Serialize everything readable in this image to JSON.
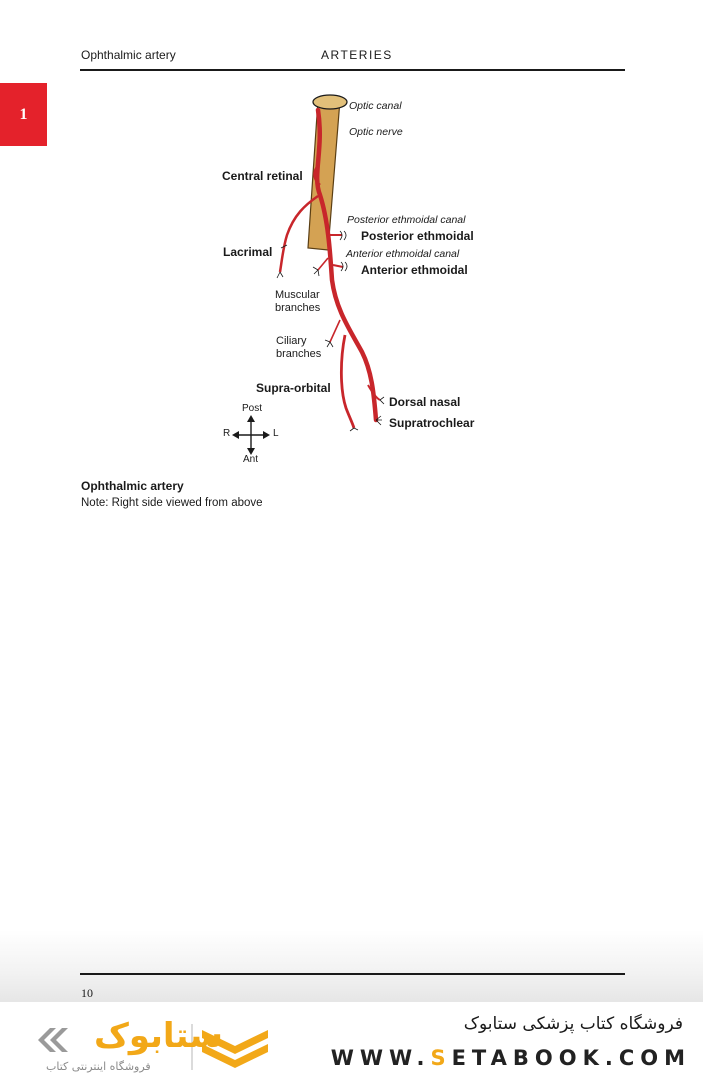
{
  "header": {
    "section_left": "Ophthalmic artery",
    "section_center": "ARTERIES"
  },
  "tab": {
    "label": "1"
  },
  "diagram": {
    "labels": {
      "optic_canal": "Optic canal",
      "optic_nerve": "Optic nerve",
      "central_retinal": "Central retinal",
      "posterior_ethmoidal_canal": "Posterior ethmoidal canal",
      "posterior_ethmoidal": "Posterior ethmoidal",
      "anterior_ethmoidal_canal": "Anterior ethmoidal canal",
      "anterior_ethmoidal": "Anterior ethmoidal",
      "lacrimal": "Lacrimal",
      "muscular_line1": "Muscular",
      "muscular_line2": "branches",
      "ciliary_line1": "Ciliary",
      "ciliary_line2": "branches",
      "supra_orbital": "Supra-orbital",
      "dorsal_nasal": "Dorsal nasal",
      "supratrochlear": "Supratrochlear"
    },
    "compass": {
      "up": "Post",
      "down": "Ant",
      "left": "R",
      "right": "L"
    },
    "colors": {
      "artery": "#c8262b",
      "nerve": "#d4a253",
      "ink": "#1a1a1a"
    }
  },
  "caption": {
    "title": "Ophthalmic artery",
    "note": "Note: Right side viewed from above"
  },
  "footer": {
    "page_number": "10"
  },
  "banner": {
    "store_name_fa": "فروشگاه کتاب پزشکی ستابوک",
    "url_prefix": "WWW.",
    "url_highlight": "S",
    "url_suffix": "ETABOOK.COM",
    "brand_name_fa": "ستابوک",
    "brand_tagline_fa": "فروشگاه اینترنتی کتاب",
    "accent_color": "#f2a818"
  }
}
